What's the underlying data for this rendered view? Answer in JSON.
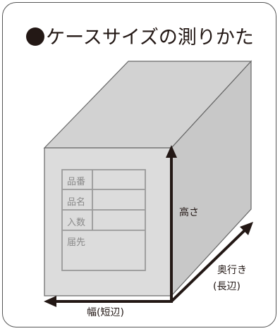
{
  "title": "ケースサイズの測りかた",
  "label_table": {
    "rows": [
      "品番",
      "品名",
      "入数",
      "届先"
    ]
  },
  "dimensions": {
    "height": "高さ",
    "depth_line1": "奥行き",
    "depth_line2": "(長辺)",
    "width": "幅(短辺)"
  },
  "colors": {
    "box_front": "#dcdcdc",
    "box_top": "#d2d2d2",
    "box_side": "#c8c8c8",
    "arrow": "#231815",
    "table_border": "#9a9a9a",
    "frame_border": "#555555"
  }
}
